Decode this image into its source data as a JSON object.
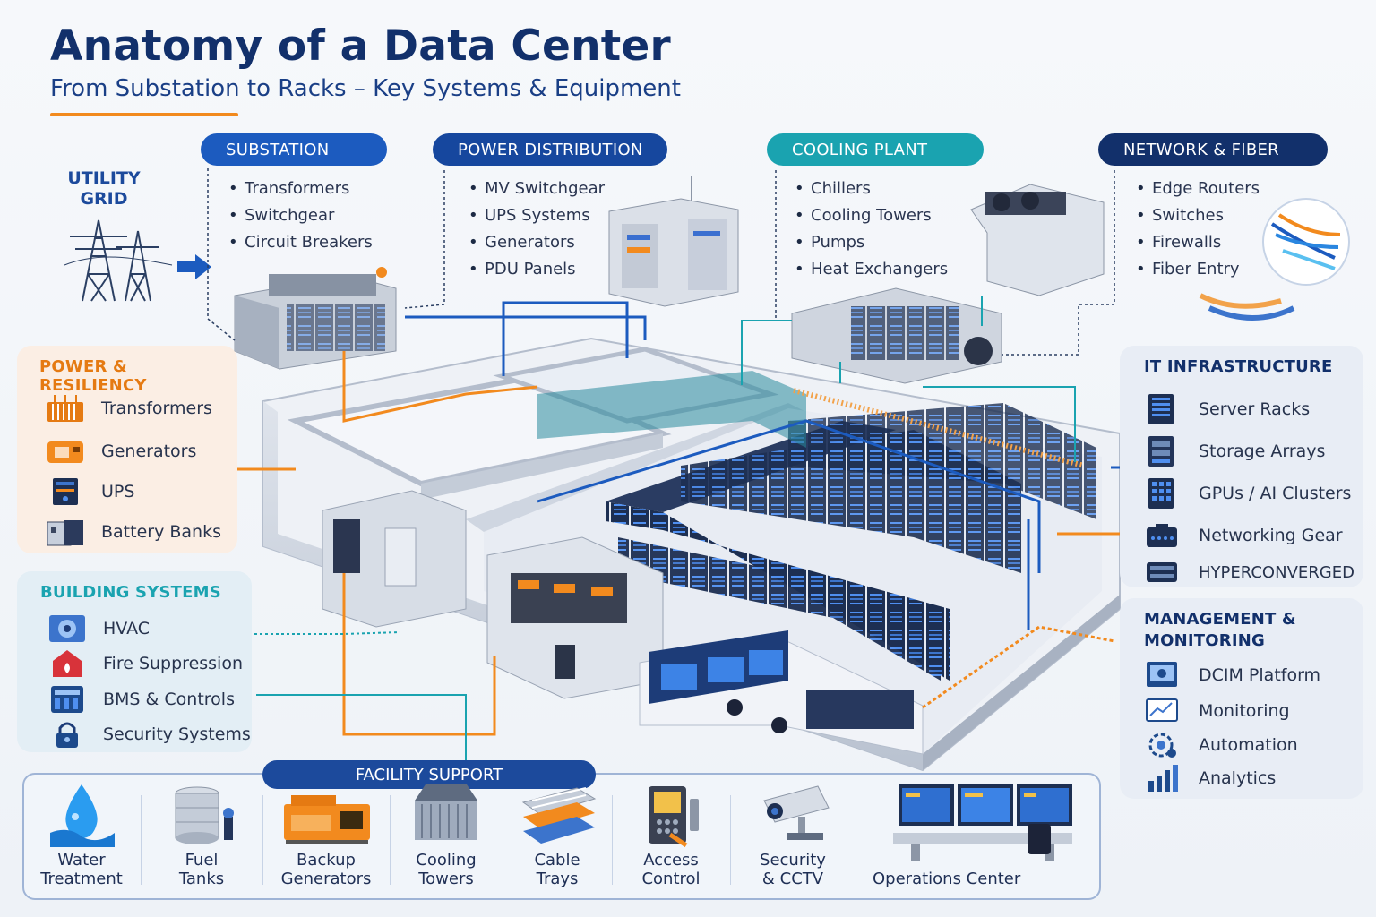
{
  "title": "Anatomy of a Data Center",
  "subtitle": "From Substation to Racks – Key Systems & Equipment",
  "utility_grid": {
    "line1": "UTILITY",
    "line2": "GRID"
  },
  "sections": {
    "substation": {
      "label": "SUBSTATION",
      "items": [
        "Transformers",
        "Switchgear",
        "Circuit Breakers"
      ]
    },
    "power_distribution": {
      "label": "POWER DISTRIBUTION",
      "items": [
        "MV Switchgear",
        "UPS Systems",
        "Generators",
        "PDU Panels"
      ]
    },
    "cooling_plant": {
      "label": "COOLING PLANT",
      "items": [
        "Chillers",
        "Cooling Towers",
        "Pumps",
        "Heat Exchangers"
      ]
    },
    "network_fiber": {
      "label": "NETWORK & FIBER",
      "items": [
        "Edge Routers",
        "Switches",
        "Firewalls",
        "Fiber Entry"
      ]
    }
  },
  "power_resiliency": {
    "label": "POWER & RESILIENCY",
    "items": [
      "Transformers",
      "Generators",
      "UPS",
      "Battery Banks"
    ]
  },
  "building_systems": {
    "label": "BUILDING SYSTEMS",
    "items": [
      "HVAC",
      "Fire Suppression",
      "BMS & Controls",
      "Security Systems"
    ]
  },
  "it_infrastructure": {
    "label": "IT INFRASTRUCTURE",
    "items": [
      "Server Racks",
      "Storage Arrays",
      "GPUs / AI Clusters",
      "Networking Gear",
      "HYPERCONVERGED"
    ]
  },
  "management": {
    "label_line1": "MANAGEMENT &",
    "label_line2": "MONITORING",
    "items": [
      "DCIM Platform",
      "Monitoring",
      "Automation",
      "Analytics"
    ]
  },
  "facility_support": {
    "label": "FACILITY SUPPORT",
    "items": [
      {
        "line1": "Water",
        "line2": "Treatment"
      },
      {
        "line1": "Fuel",
        "line2": "Tanks"
      },
      {
        "line1": "Backup",
        "line2": "Generators"
      },
      {
        "line1": "Cooling",
        "line2": "Towers"
      },
      {
        "line1": "Cable",
        "line2": "Trays"
      },
      {
        "line1": "Access",
        "line2": "Control"
      },
      {
        "line1": "Security",
        "line2": "& CCTV"
      },
      {
        "line1": "",
        "line2": "Operations Center"
      }
    ]
  },
  "colors": {
    "navy": "#12306b",
    "blue": "#1c5bbf",
    "teal": "#1aa3b0",
    "orange": "#f28a1e",
    "pr_bg": "#fbeee4",
    "bs_bg": "#e3eef5",
    "it_bg": "#e8edf5"
  },
  "icons": {
    "utility_grid": "pylon-icon",
    "power": [
      "transformer-icon",
      "generator-icon",
      "ups-icon",
      "battery-icon"
    ],
    "building": [
      "hvac-icon",
      "fire-icon",
      "bms-icon",
      "lock-icon"
    ],
    "it": [
      "server-rack-icon",
      "storage-icon",
      "gpu-icon",
      "network-gear-icon",
      "hyperconverged-icon"
    ],
    "mgmt": [
      "dcim-icon",
      "monitoring-icon",
      "automation-icon",
      "analytics-icon"
    ],
    "facility": [
      "water-drop-icon",
      "fuel-tank-icon",
      "backup-generator-icon",
      "cooling-tower-icon",
      "cable-tray-icon",
      "access-control-icon",
      "cctv-camera-icon",
      "operations-center-icon"
    ]
  }
}
